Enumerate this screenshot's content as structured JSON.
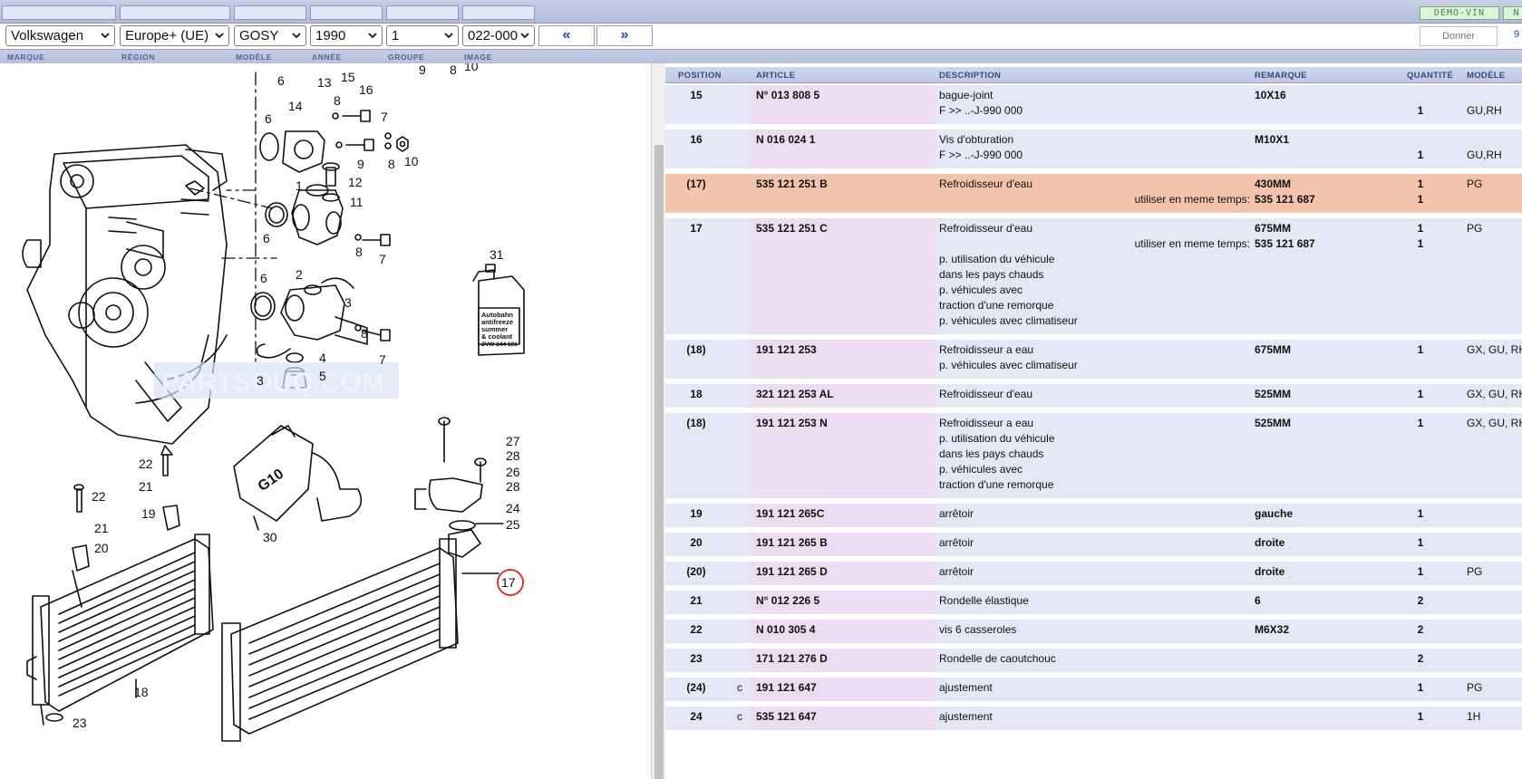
{
  "tabs": [
    "",
    "",
    "",
    "",
    "",
    ""
  ],
  "demo_badges": [
    "DEMO-VIN",
    "N"
  ],
  "selectors": {
    "brand": "Volkswagen",
    "region": "Europe+ (UE)",
    "model": "GOSY",
    "year": "1990",
    "group": "1",
    "image": "022-000"
  },
  "nav": {
    "prev": "«",
    "next": "»",
    "donner": "Donner",
    "cut": "9"
  },
  "labels": [
    "MARQUE",
    "RÉGION",
    "MODÈLE",
    "ANNÉE",
    "GROUPE",
    "IMAGE"
  ],
  "diagram": {
    "watermark": "PARTSOUQ.COM",
    "bottle_text": [
      "Autobahn",
      "antifreeze",
      "summer",
      "& coolant",
      "ZVW 244 101"
    ],
    "reservoir_text": "G10",
    "callouts": [
      "6",
      "13",
      "15",
      "16",
      "9",
      "8",
      "10",
      "14",
      "8",
      "7",
      "6",
      "9",
      "8",
      "10",
      "12",
      "1",
      "11",
      "6",
      "8",
      "7",
      "31",
      "6",
      "2",
      "3",
      "8",
      "7",
      "4",
      "5",
      "3",
      "27",
      "28",
      "26",
      "28",
      "24",
      "25",
      "22",
      "21",
      "19",
      "22",
      "21",
      "20",
      "30",
      "17",
      "18",
      "23"
    ]
  },
  "table": {
    "headers": [
      "POSITION",
      "ARTICLE",
      "DESCRIPTION",
      "REMARQUE",
      "QUANTITÉ",
      "MODÈLE"
    ],
    "rows": [
      {
        "position": "15",
        "c": "",
        "article": "N° 013 808 5",
        "description": [
          "bague-joint",
          "F >> ..-J-990 000"
        ],
        "note_label": "",
        "remarque": [
          "10X16",
          ""
        ],
        "quantite": [
          "",
          "1"
        ],
        "modele": [
          "",
          "GU,RH"
        ],
        "highlight": false
      },
      {
        "position": "16",
        "c": "",
        "article": "N 016 024 1",
        "description": [
          "Vis d'obturation",
          "F >> ..-J-990 000"
        ],
        "note_label": "",
        "remarque": [
          "M10X1",
          ""
        ],
        "quantite": [
          "",
          "1"
        ],
        "modele": [
          "",
          "GU,RH"
        ],
        "highlight": false
      },
      {
        "position": "(17)",
        "c": "",
        "article": "535 121 251 B",
        "description": [
          "Refroidisseur d'eau"
        ],
        "note_label": "utiliser en meme temps:",
        "remarque": [
          "430MM",
          "535 121 687"
        ],
        "quantite": [
          "1",
          "1"
        ],
        "modele": [
          "PG",
          ""
        ],
        "highlight": true
      },
      {
        "position": "17",
        "c": "",
        "article": "535 121 251 C",
        "description": [
          "Refroidisseur d'eau",
          "",
          "p. utilisation du véhicule",
          "dans les pays chauds",
          "p. véhicules avec",
          "traction d'une remorque",
          "p. véhicules avec climatiseur"
        ],
        "note_label": "utiliser en meme temps:",
        "remarque": [
          "675MM",
          "535 121 687"
        ],
        "quantite": [
          "1",
          "1"
        ],
        "modele": [
          "PG",
          ""
        ],
        "highlight": false
      },
      {
        "position": "(18)",
        "c": "",
        "article": "191 121 253",
        "description": [
          "Refroidisseur a eau",
          "p. véhicules avec climatiseur"
        ],
        "note_label": "",
        "remarque": [
          "675MM"
        ],
        "quantite": [
          "1"
        ],
        "modele": [
          "GX, GU, RH"
        ],
        "highlight": false
      },
      {
        "position": "18",
        "c": "",
        "article": "321 121 253 AL",
        "description": [
          "Refroidisseur d'eau"
        ],
        "note_label": "",
        "remarque": [
          "525MM"
        ],
        "quantite": [
          "1"
        ],
        "modele": [
          "GX, GU, RH"
        ],
        "highlight": false
      },
      {
        "position": "(18)",
        "c": "",
        "article": "191 121 253 N",
        "description": [
          "Refroidisseur a eau",
          "p. utilisation du véhicule",
          "dans les pays chauds",
          "p. véhicules avec",
          "traction d'une remorque"
        ],
        "note_label": "",
        "remarque": [
          "525MM"
        ],
        "quantite": [
          "1"
        ],
        "modele": [
          "GX, GU, RH"
        ],
        "highlight": false
      },
      {
        "position": "19",
        "c": "",
        "article": "191 121 265C",
        "description": [
          "arrêtoir"
        ],
        "note_label": "",
        "remarque": [
          "gauche"
        ],
        "quantite": [
          "1"
        ],
        "modele": [
          ""
        ],
        "highlight": false
      },
      {
        "position": "20",
        "c": "",
        "article": "191 121 265 B",
        "description": [
          "arrêtoir"
        ],
        "note_label": "",
        "remarque": [
          "droite"
        ],
        "quantite": [
          "1"
        ],
        "modele": [
          ""
        ],
        "highlight": false
      },
      {
        "position": "(20)",
        "c": "",
        "article": "191 121 265 D",
        "description": [
          "arrêtoir"
        ],
        "note_label": "",
        "remarque": [
          "droite"
        ],
        "quantite": [
          "1"
        ],
        "modele": [
          "PG"
        ],
        "highlight": false
      },
      {
        "position": "21",
        "c": "",
        "article": "N° 012 226 5",
        "description": [
          "Rondelle élastique"
        ],
        "note_label": "",
        "remarque": [
          "6"
        ],
        "quantite": [
          "2"
        ],
        "modele": [
          ""
        ],
        "highlight": false
      },
      {
        "position": "22",
        "c": "",
        "article": "N 010 305 4",
        "description": [
          "vis 6 casseroles"
        ],
        "note_label": "",
        "remarque": [
          "M6X32"
        ],
        "quantite": [
          "2"
        ],
        "modele": [
          ""
        ],
        "highlight": false
      },
      {
        "position": "23",
        "c": "",
        "article": "171 121 276 D",
        "description": [
          "Rondelle de caoutchouc"
        ],
        "note_label": "",
        "remarque": [
          ""
        ],
        "quantite": [
          "2"
        ],
        "modele": [
          ""
        ],
        "highlight": false
      },
      {
        "position": "(24)",
        "c": "c",
        "article": "191 121 647",
        "description": [
          "ajustement"
        ],
        "note_label": "",
        "remarque": [
          ""
        ],
        "quantite": [
          "1"
        ],
        "modele": [
          "PG"
        ],
        "highlight": false
      },
      {
        "position": "24",
        "c": "c",
        "article": "535 121 647",
        "description": [
          "ajustement"
        ],
        "note_label": "",
        "remarque": [
          ""
        ],
        "quantite": [
          "1"
        ],
        "modele": [
          "1H"
        ],
        "highlight": false
      }
    ]
  }
}
